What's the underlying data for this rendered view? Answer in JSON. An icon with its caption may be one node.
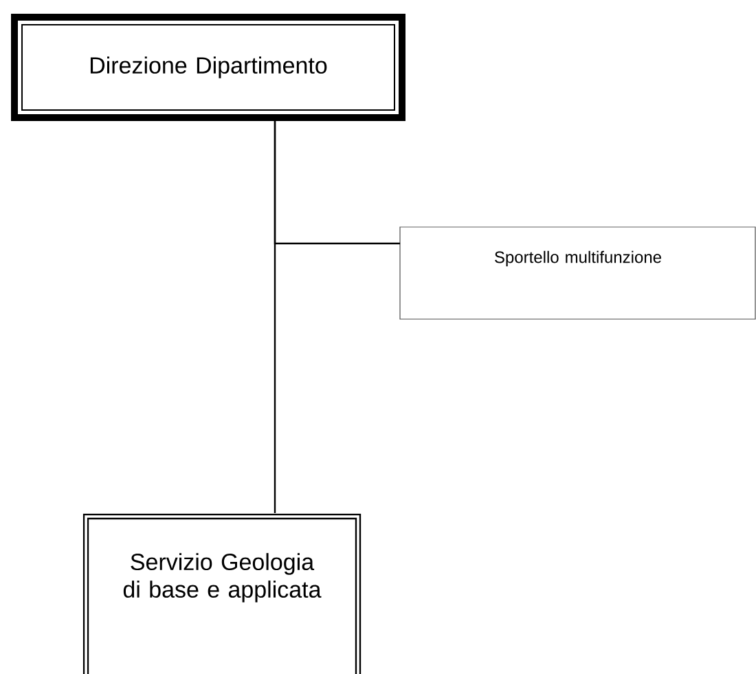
{
  "diagram": {
    "nodes": [
      {
        "text": [
          "Direzione Dipartimento"
        ]
      },
      {
        "text": [
          "Sportello multifunzione"
        ]
      },
      {
        "text": [
          "Servizio Geologia di base e applicata"
        ]
      }
    ],
    "edges": [
      {
        "from": 0,
        "to": 2,
        "arrow": "none"
      },
      {
        "from": 0,
        "to": 1,
        "arrow": "none"
      }
    ]
  }
}
